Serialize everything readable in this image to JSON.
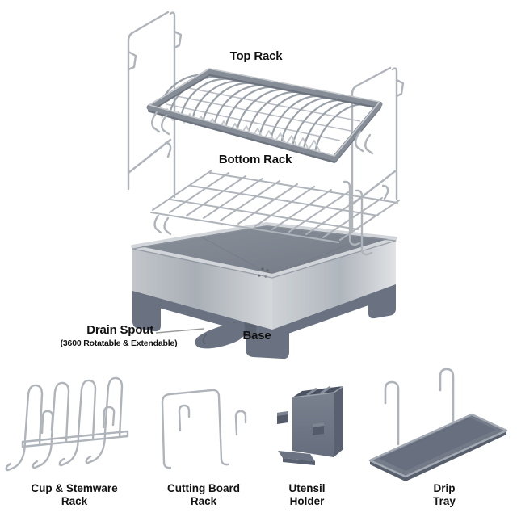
{
  "product_diagram": {
    "labels": {
      "top_rack": "Top Rack",
      "bottom_rack": "Bottom Rack",
      "drain_spout": "Drain Spout",
      "drain_spout_note": "(3600 Rotatable & Extendable)",
      "base": "Base"
    },
    "accessories": [
      {
        "name": "cup-stemware-rack",
        "label_line1": "Cup & Stemware",
        "label_line2": "Rack"
      },
      {
        "name": "cutting-board-rack",
        "label_line1": "Cutting Board",
        "label_line2": "Rack"
      },
      {
        "name": "utensil-holder",
        "label_line1": "Utensil",
        "label_line2": "Holder"
      },
      {
        "name": "drip-tray",
        "label_line1": "Drip",
        "label_line2": "Tray"
      }
    ],
    "colors": {
      "wire": "#afb4bb",
      "wire_dark": "#99a0a8",
      "frame": "#868d97",
      "steel_light": "#d7dade",
      "steel_mid": "#aab0b7",
      "interior": "#7e8590",
      "plastic": "#6a7281",
      "plastic_dark": "#5c6472",
      "label_text": "#111111",
      "leader_line": "#9b9b9b"
    }
  }
}
